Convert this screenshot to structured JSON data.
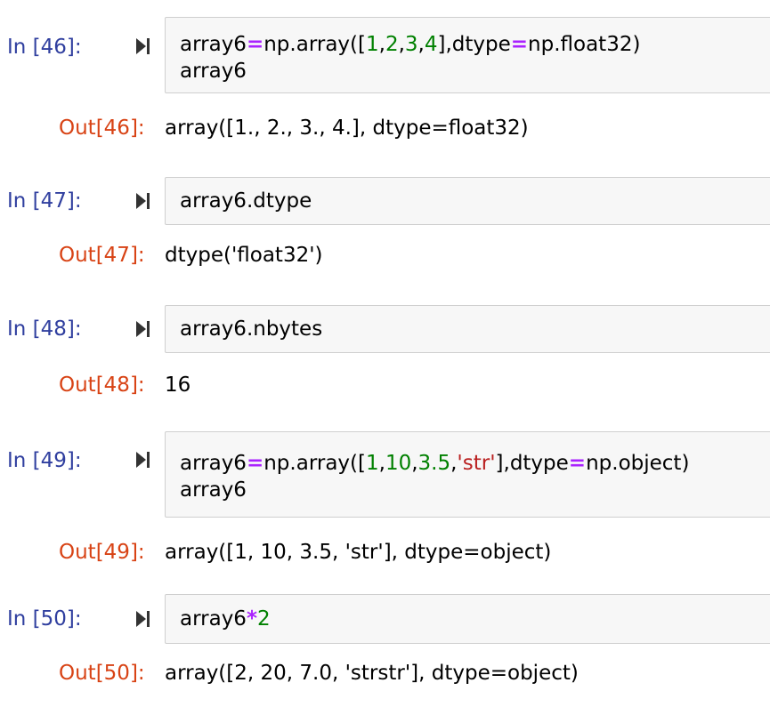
{
  "cells": [
    {
      "in_prompt": "In [46]:",
      "code_lines": [
        [
          {
            "t": "array6",
            "k": "plain"
          },
          {
            "t": "=",
            "k": "op"
          },
          {
            "t": "np.array([",
            "k": "plain"
          },
          {
            "t": "1",
            "k": "num"
          },
          {
            "t": ",",
            "k": "plain"
          },
          {
            "t": "2",
            "k": "num"
          },
          {
            "t": ",",
            "k": "plain"
          },
          {
            "t": "3",
            "k": "num"
          },
          {
            "t": ",",
            "k": "plain"
          },
          {
            "t": "4",
            "k": "num"
          },
          {
            "t": "],dtype",
            "k": "plain"
          },
          {
            "t": "=",
            "k": "op"
          },
          {
            "t": "np.float32)",
            "k": "plain"
          }
        ],
        [
          {
            "t": "array6",
            "k": "plain"
          }
        ]
      ],
      "out_prompt": "Out[46]:",
      "output": "array([1., 2., 3., 4.], dtype=float32)"
    },
    {
      "in_prompt": "In [47]:",
      "code_lines": [
        [
          {
            "t": "array6.dtype",
            "k": "plain"
          }
        ]
      ],
      "out_prompt": "Out[47]:",
      "output": "dtype('float32')"
    },
    {
      "in_prompt": "In [48]:",
      "code_lines": [
        [
          {
            "t": "array6.nbytes",
            "k": "plain"
          }
        ]
      ],
      "out_prompt": "Out[48]:",
      "output": "16"
    },
    {
      "in_prompt": "In [49]:",
      "code_lines": [
        [
          {
            "t": "array6",
            "k": "plain"
          },
          {
            "t": "=",
            "k": "op"
          },
          {
            "t": "np.array([",
            "k": "plain"
          },
          {
            "t": "1",
            "k": "num"
          },
          {
            "t": ",",
            "k": "plain"
          },
          {
            "t": "10",
            "k": "num"
          },
          {
            "t": ",",
            "k": "plain"
          },
          {
            "t": "3.5",
            "k": "num"
          },
          {
            "t": ",",
            "k": "plain"
          },
          {
            "t": "'str'",
            "k": "str"
          },
          {
            "t": "],dtype",
            "k": "plain"
          },
          {
            "t": "=",
            "k": "op"
          },
          {
            "t": "np.object)",
            "k": "plain"
          }
        ],
        [
          {
            "t": "array6",
            "k": "plain"
          }
        ]
      ],
      "out_prompt": "Out[49]:",
      "output": "array([1, 10, 3.5, 'str'], dtype=object)"
    },
    {
      "in_prompt": "In [50]:",
      "code_lines": [
        [
          {
            "t": "array6",
            "k": "plain"
          },
          {
            "t": "*",
            "k": "op"
          },
          {
            "t": "2",
            "k": "num"
          }
        ]
      ],
      "out_prompt": "Out[50]:",
      "output": "array([2, 20, 7.0, 'strstr'], dtype=object)"
    }
  ],
  "colors": {
    "in_prompt": "#303F9F",
    "out_prompt": "#D84315",
    "operator": "#AA22FF",
    "number": "#008000",
    "string": "#BA2121",
    "input_bg": "#f7f7f7",
    "input_border": "#cfcfcf"
  },
  "icons": {
    "run_cell": "run-cell-icon"
  }
}
